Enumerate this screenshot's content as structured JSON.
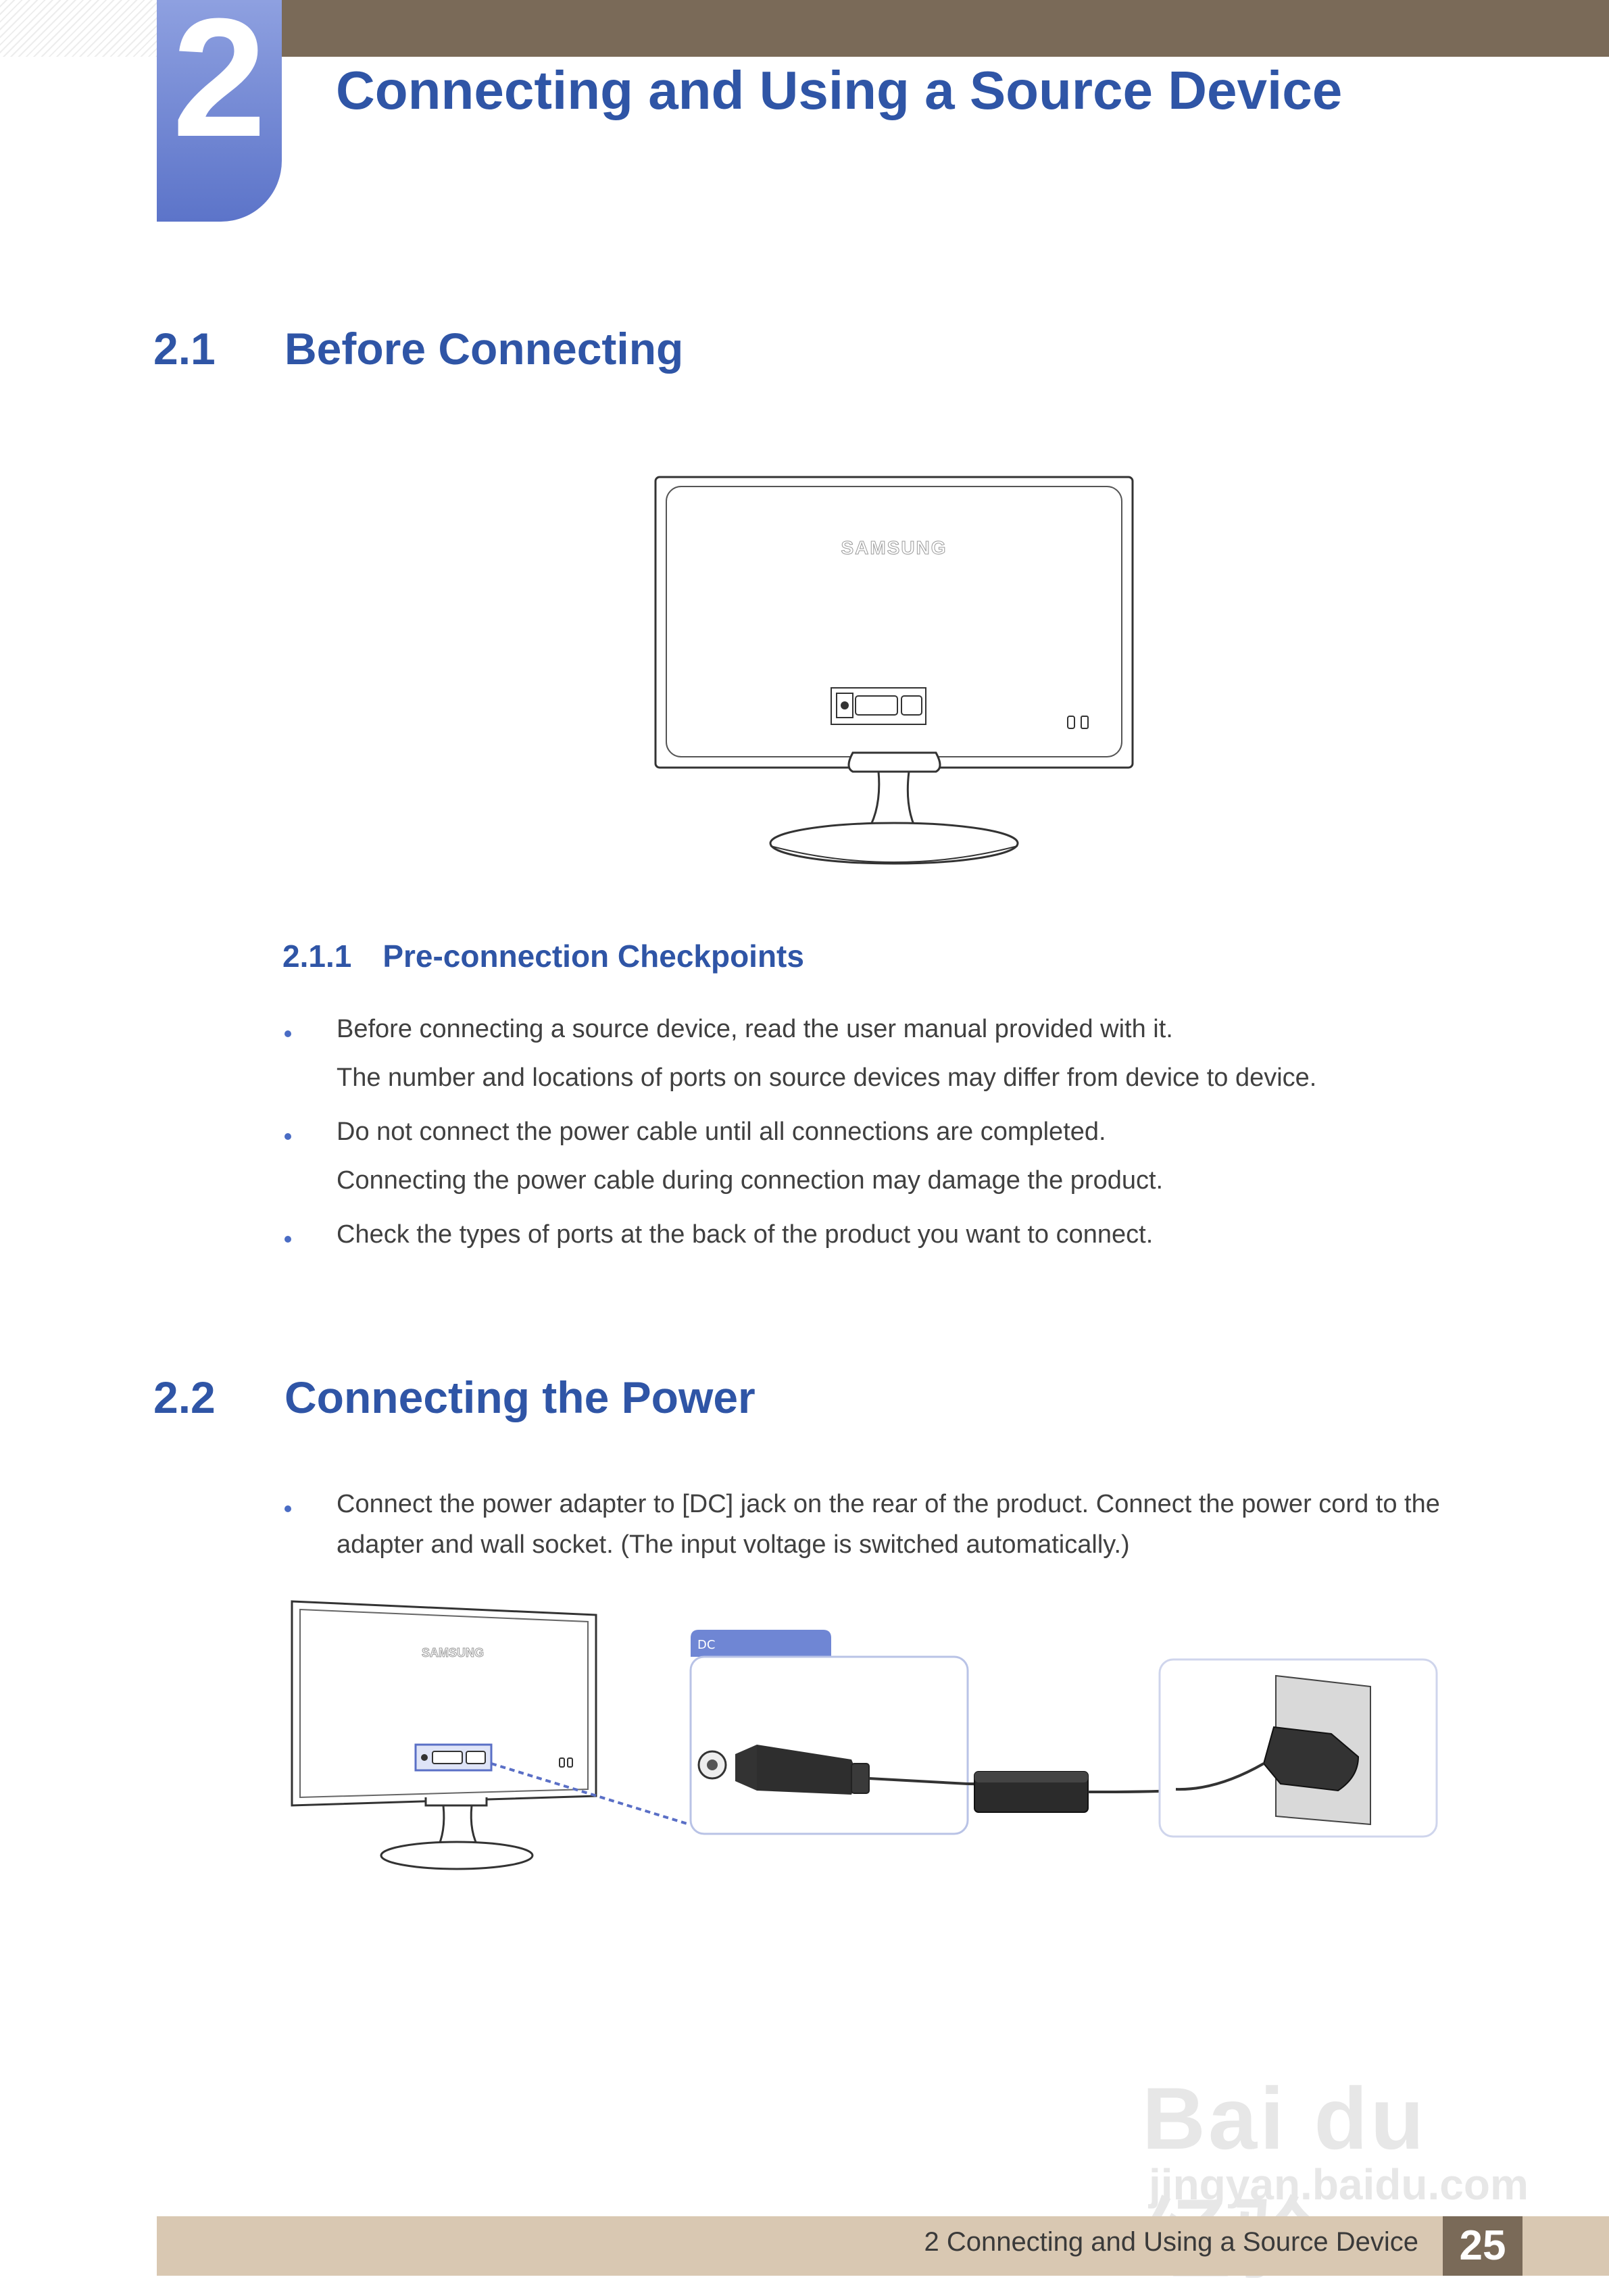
{
  "header": {
    "chapter_number": "2",
    "chapter_title": "Connecting and Using a Source Device"
  },
  "section_2_1": {
    "number": "2.1",
    "title": "Before Connecting"
  },
  "figure_monitor_back": {
    "brand_label": "SAMSUNG"
  },
  "section_2_1_1": {
    "number": "2.1.1",
    "title": "Pre-connection Checkpoints",
    "items": [
      {
        "main": "Before connecting a source device, read the user manual provided with it.",
        "sub": "The number and locations of ports on source devices may differ from device to device."
      },
      {
        "main": "Do not connect the power cable until all connections are completed.",
        "sub": "Connecting the power cable during connection may damage the product."
      },
      {
        "main": "Check the types of ports at the back of the product you want to connect."
      }
    ]
  },
  "section_2_2": {
    "number": "2.2",
    "title": "Connecting the Power",
    "bullet_line1": "Connect the power adapter to [DC] jack on the rear of the product. Connect the power cord to the",
    "bullet_line2": "adapter and wall socket. (The input voltage is switched automatically.)"
  },
  "figure_power": {
    "brand_label": "SAMSUNG",
    "dc_tab_label": "DC"
  },
  "watermark": {
    "line1": "Bai du 经验",
    "line2": "jingyan.baidu.com"
  },
  "footer": {
    "text": "2 Connecting and Using a Source Device",
    "page_number": "25"
  },
  "colors": {
    "heading_blue": "#2f55a6",
    "header_brown": "#7a6a58",
    "footer_tan": "#d9c8b2",
    "chapter_tab_blue": "#6f86d4"
  }
}
